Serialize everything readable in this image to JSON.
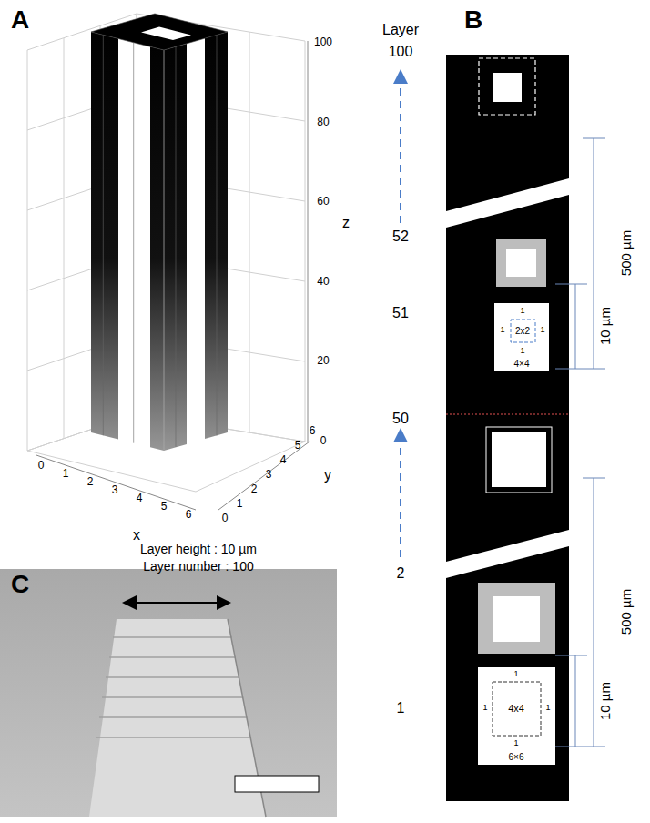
{
  "diagram": {
    "labels": [
      "A",
      "B",
      "C",
      "0",
      "1",
      "2",
      "3",
      "4",
      "5",
      "6",
      "0",
      "1",
      "2",
      "3",
      "4",
      "5",
      "6",
      "0",
      "20",
      "40",
      "60",
      "80",
      "100",
      "x",
      "y",
      "z",
      "Layer height : 10 µm",
      "Layer number : 100",
      "Layer",
      "100",
      "52",
      "51",
      "50",
      "2",
      "1",
      "500 µm",
      "10 µm",
      "500 µm",
      "10 µm",
      "1",
      "1",
      "2x2",
      "1",
      "1",
      "4×4",
      "1",
      "1",
      "4x4",
      "1",
      "1",
      "6×6"
    ]
  }
}
